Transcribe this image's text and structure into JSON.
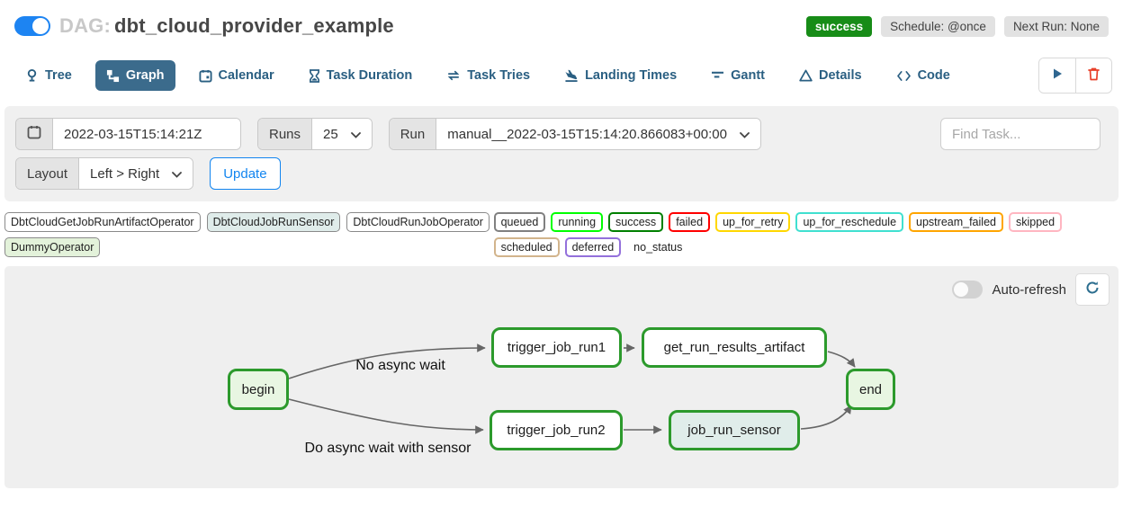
{
  "header": {
    "toggle_on": true,
    "dag_prefix": "DAG:",
    "dag_title": "dbt_cloud_provider_example",
    "status_badge": "success",
    "schedule_badge": "Schedule: @once",
    "next_run_badge": "Next Run: None"
  },
  "tabs": [
    {
      "label": "Tree",
      "active": false
    },
    {
      "label": "Graph",
      "active": true
    },
    {
      "label": "Calendar",
      "active": false
    },
    {
      "label": "Task Duration",
      "active": false
    },
    {
      "label": "Task Tries",
      "active": false
    },
    {
      "label": "Landing Times",
      "active": false
    },
    {
      "label": "Gantt",
      "active": false
    },
    {
      "label": "Details",
      "active": false
    },
    {
      "label": "Code",
      "active": false
    }
  ],
  "filters": {
    "base_date": "2022-03-15T15:14:21Z",
    "runs_label": "Runs",
    "runs_value": "25",
    "run_label": "Run",
    "run_value": "manual__2022-03-15T15:14:20.866083+00:00",
    "find_task_placeholder": "Find Task...",
    "layout_label": "Layout",
    "layout_value": "Left > Right",
    "update_label": "Update"
  },
  "legend": {
    "operators": [
      {
        "label": "DbtCloudGetJobRunArtifactOperator",
        "fill": "#ffffff"
      },
      {
        "label": "DbtCloudJobRunSensor",
        "fill": "#dfecea"
      },
      {
        "label": "DbtCloudRunJobOperator",
        "fill": "#ffffff"
      },
      {
        "label": "DummyOperator",
        "fill": "#e3f2da"
      }
    ],
    "statuses": [
      {
        "label": "queued",
        "border": "#808080"
      },
      {
        "label": "running",
        "border": "#00ff00"
      },
      {
        "label": "success",
        "border": "#008000"
      },
      {
        "label": "failed",
        "border": "#ff0000"
      },
      {
        "label": "up_for_retry",
        "border": "#ffd700"
      },
      {
        "label": "up_for_reschedule",
        "border": "#40e0d0"
      },
      {
        "label": "upstream_failed",
        "border": "#ffa500"
      },
      {
        "label": "skipped",
        "border": "#ffb6c1"
      },
      {
        "label": "scheduled",
        "border": "#d2b48c"
      },
      {
        "label": "deferred",
        "border": "#9370db"
      },
      {
        "label": "no_status",
        "border": "transparent"
      }
    ]
  },
  "graph": {
    "auto_refresh_label": "Auto-refresh",
    "auto_refresh_on": false,
    "node_border_color": "#2c9a2c",
    "nodes": [
      {
        "id": "begin",
        "label": "begin",
        "fill": "#e8f6e2"
      },
      {
        "id": "trigger_job_run1",
        "label": "trigger_job_run1",
        "fill": "#ffffff"
      },
      {
        "id": "get_run_results_artifact",
        "label": "get_run_results_artifact",
        "fill": "#ffffff"
      },
      {
        "id": "end",
        "label": "end",
        "fill": "#e8f6e2"
      },
      {
        "id": "trigger_job_run2",
        "label": "trigger_job_run2",
        "fill": "#ffffff"
      },
      {
        "id": "job_run_sensor",
        "label": "job_run_sensor",
        "fill": "#e0edea"
      }
    ],
    "edge_labels": [
      {
        "text": "No async wait"
      },
      {
        "text": "Do async wait with sensor"
      }
    ]
  }
}
